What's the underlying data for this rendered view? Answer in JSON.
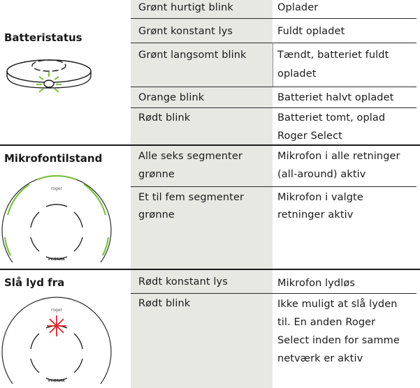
{
  "sections": [
    {
      "title": "Batteristatus",
      "rows": [
        {
          "signal": [
            "Grønt hurtigt blink"
          ],
          "meaning": [
            "Oplader"
          ]
        },
        {
          "signal": [
            "Grønt konstant lys"
          ],
          "meaning": [
            "Fuldt opladet"
          ]
        },
        {
          "signal": [
            "Grønt langsomt blink"
          ],
          "meaning": [
            "Tændt, batteriet fuldt",
            "opladet"
          ]
        },
        {
          "signal": [
            "Orange blink"
          ],
          "meaning": [
            "Batteriet halvt opladet"
          ]
        },
        {
          "signal": [
            "Rødt blink"
          ],
          "meaning": [
            "Batteriet tomt, oplad",
            "Roger Select"
          ]
        }
      ]
    },
    {
      "title": "Mikrofontilstand",
      "rows": [
        {
          "signal": [
            "Alle seks segmenter",
            "grønne"
          ],
          "meaning": [
            "Mikrofon i alle retninger",
            "(all-around) aktiv"
          ]
        },
        {
          "signal": [
            "Et til fem segmenter",
            "grønne"
          ],
          "meaning": [
            "Mikrofon i valgte",
            "retninger aktiv"
          ]
        }
      ]
    },
    {
      "title": "Slå lyd fra",
      "rows": [
        {
          "signal": [
            "Rødt konstant lys"
          ],
          "meaning": [
            "Mikrofon lydløs"
          ]
        },
        {
          "signal": [
            "Rødt blink"
          ],
          "meaning": [
            "Ikke muligt at slå lyden",
            "til. En anden Roger",
            "Select inden for samme",
            "netværk er aktiv"
          ]
        }
      ]
    }
  ],
  "device_brand": "roger",
  "device_maker": "PHONAK",
  "colors": {
    "shade": "#e8e8e3",
    "green": "#7ac143",
    "red": "#e0262c",
    "line": "#2a2a2a"
  }
}
